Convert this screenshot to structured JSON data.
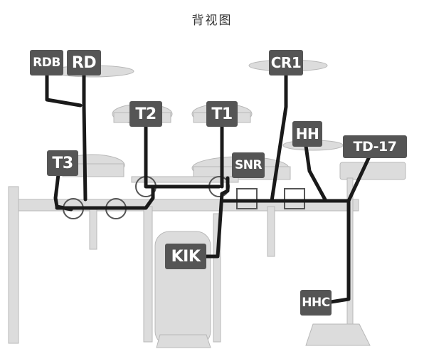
{
  "title": "背视图",
  "labels": {
    "rdb": "RDB",
    "rd": "RD",
    "cr1": "CR1",
    "t2": "T2",
    "t1": "T1",
    "hh": "HH",
    "td17": "TD-17",
    "t3": "T3",
    "snr": "SNR",
    "kik": "KIK",
    "hhc": "HHC"
  },
  "colors": {
    "cable": "#1a1a1a",
    "label_bg": "#555555",
    "hardware": "#d9d9d9",
    "hardware_edge": "#b5b5b5"
  }
}
